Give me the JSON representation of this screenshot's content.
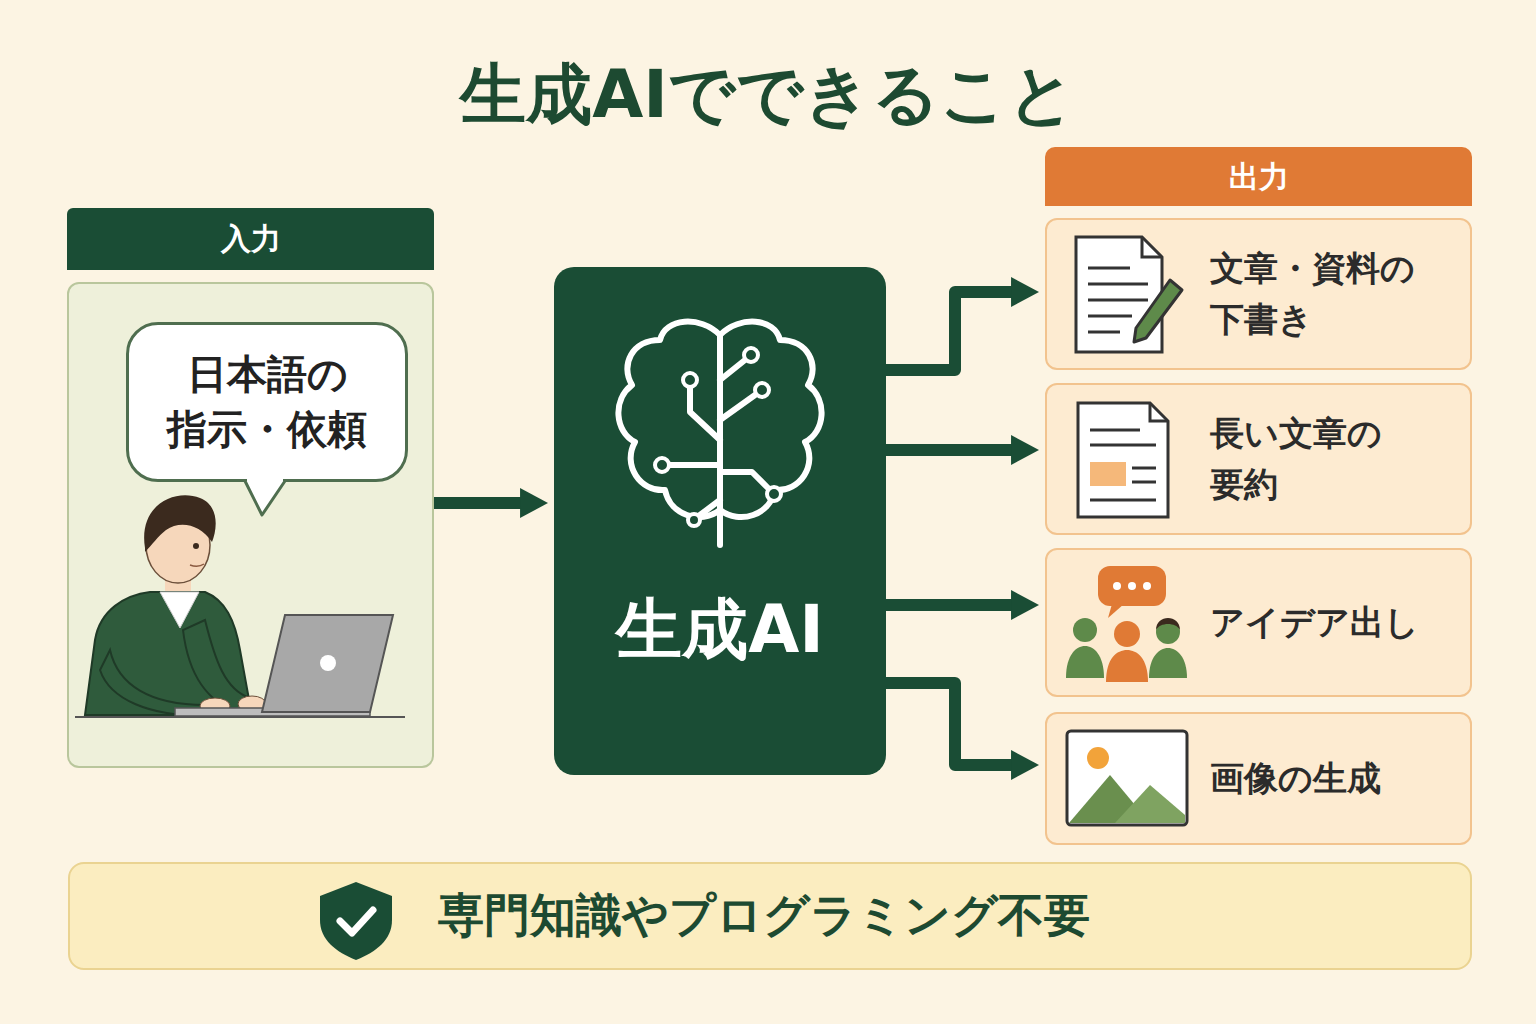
{
  "diagram": {
    "title": "生成AIでできること",
    "nodes": [
      {
        "text": [
          "入力"
        ]
      },
      {
        "text": [
          "日本語の 指示・依頼"
        ],
        "in": 0
      },
      {
        "text": [
          "生成AI"
        ]
      },
      {
        "text": [
          "出力"
        ]
      },
      {
        "text": [
          "文章・資料の 下書き"
        ]
      },
      {
        "text": [
          "長い文章の 要約"
        ]
      },
      {
        "text": [
          "アイデア出し"
        ]
      },
      {
        "text": [
          "画像の生成"
        ]
      },
      {
        "text": [
          "専門知識やプログラミング不要"
        ]
      }
    ],
    "edges": [
      {
        "from": 0,
        "to": 2,
        "arrow": "to"
      },
      {
        "from": 2,
        "to": 4,
        "arrow": "to"
      },
      {
        "from": 2,
        "to": 5,
        "arrow": "to"
      },
      {
        "from": 2,
        "to": 6,
        "arrow": "to"
      },
      {
        "from": 2,
        "to": 7,
        "arrow": "to"
      }
    ]
  }
}
